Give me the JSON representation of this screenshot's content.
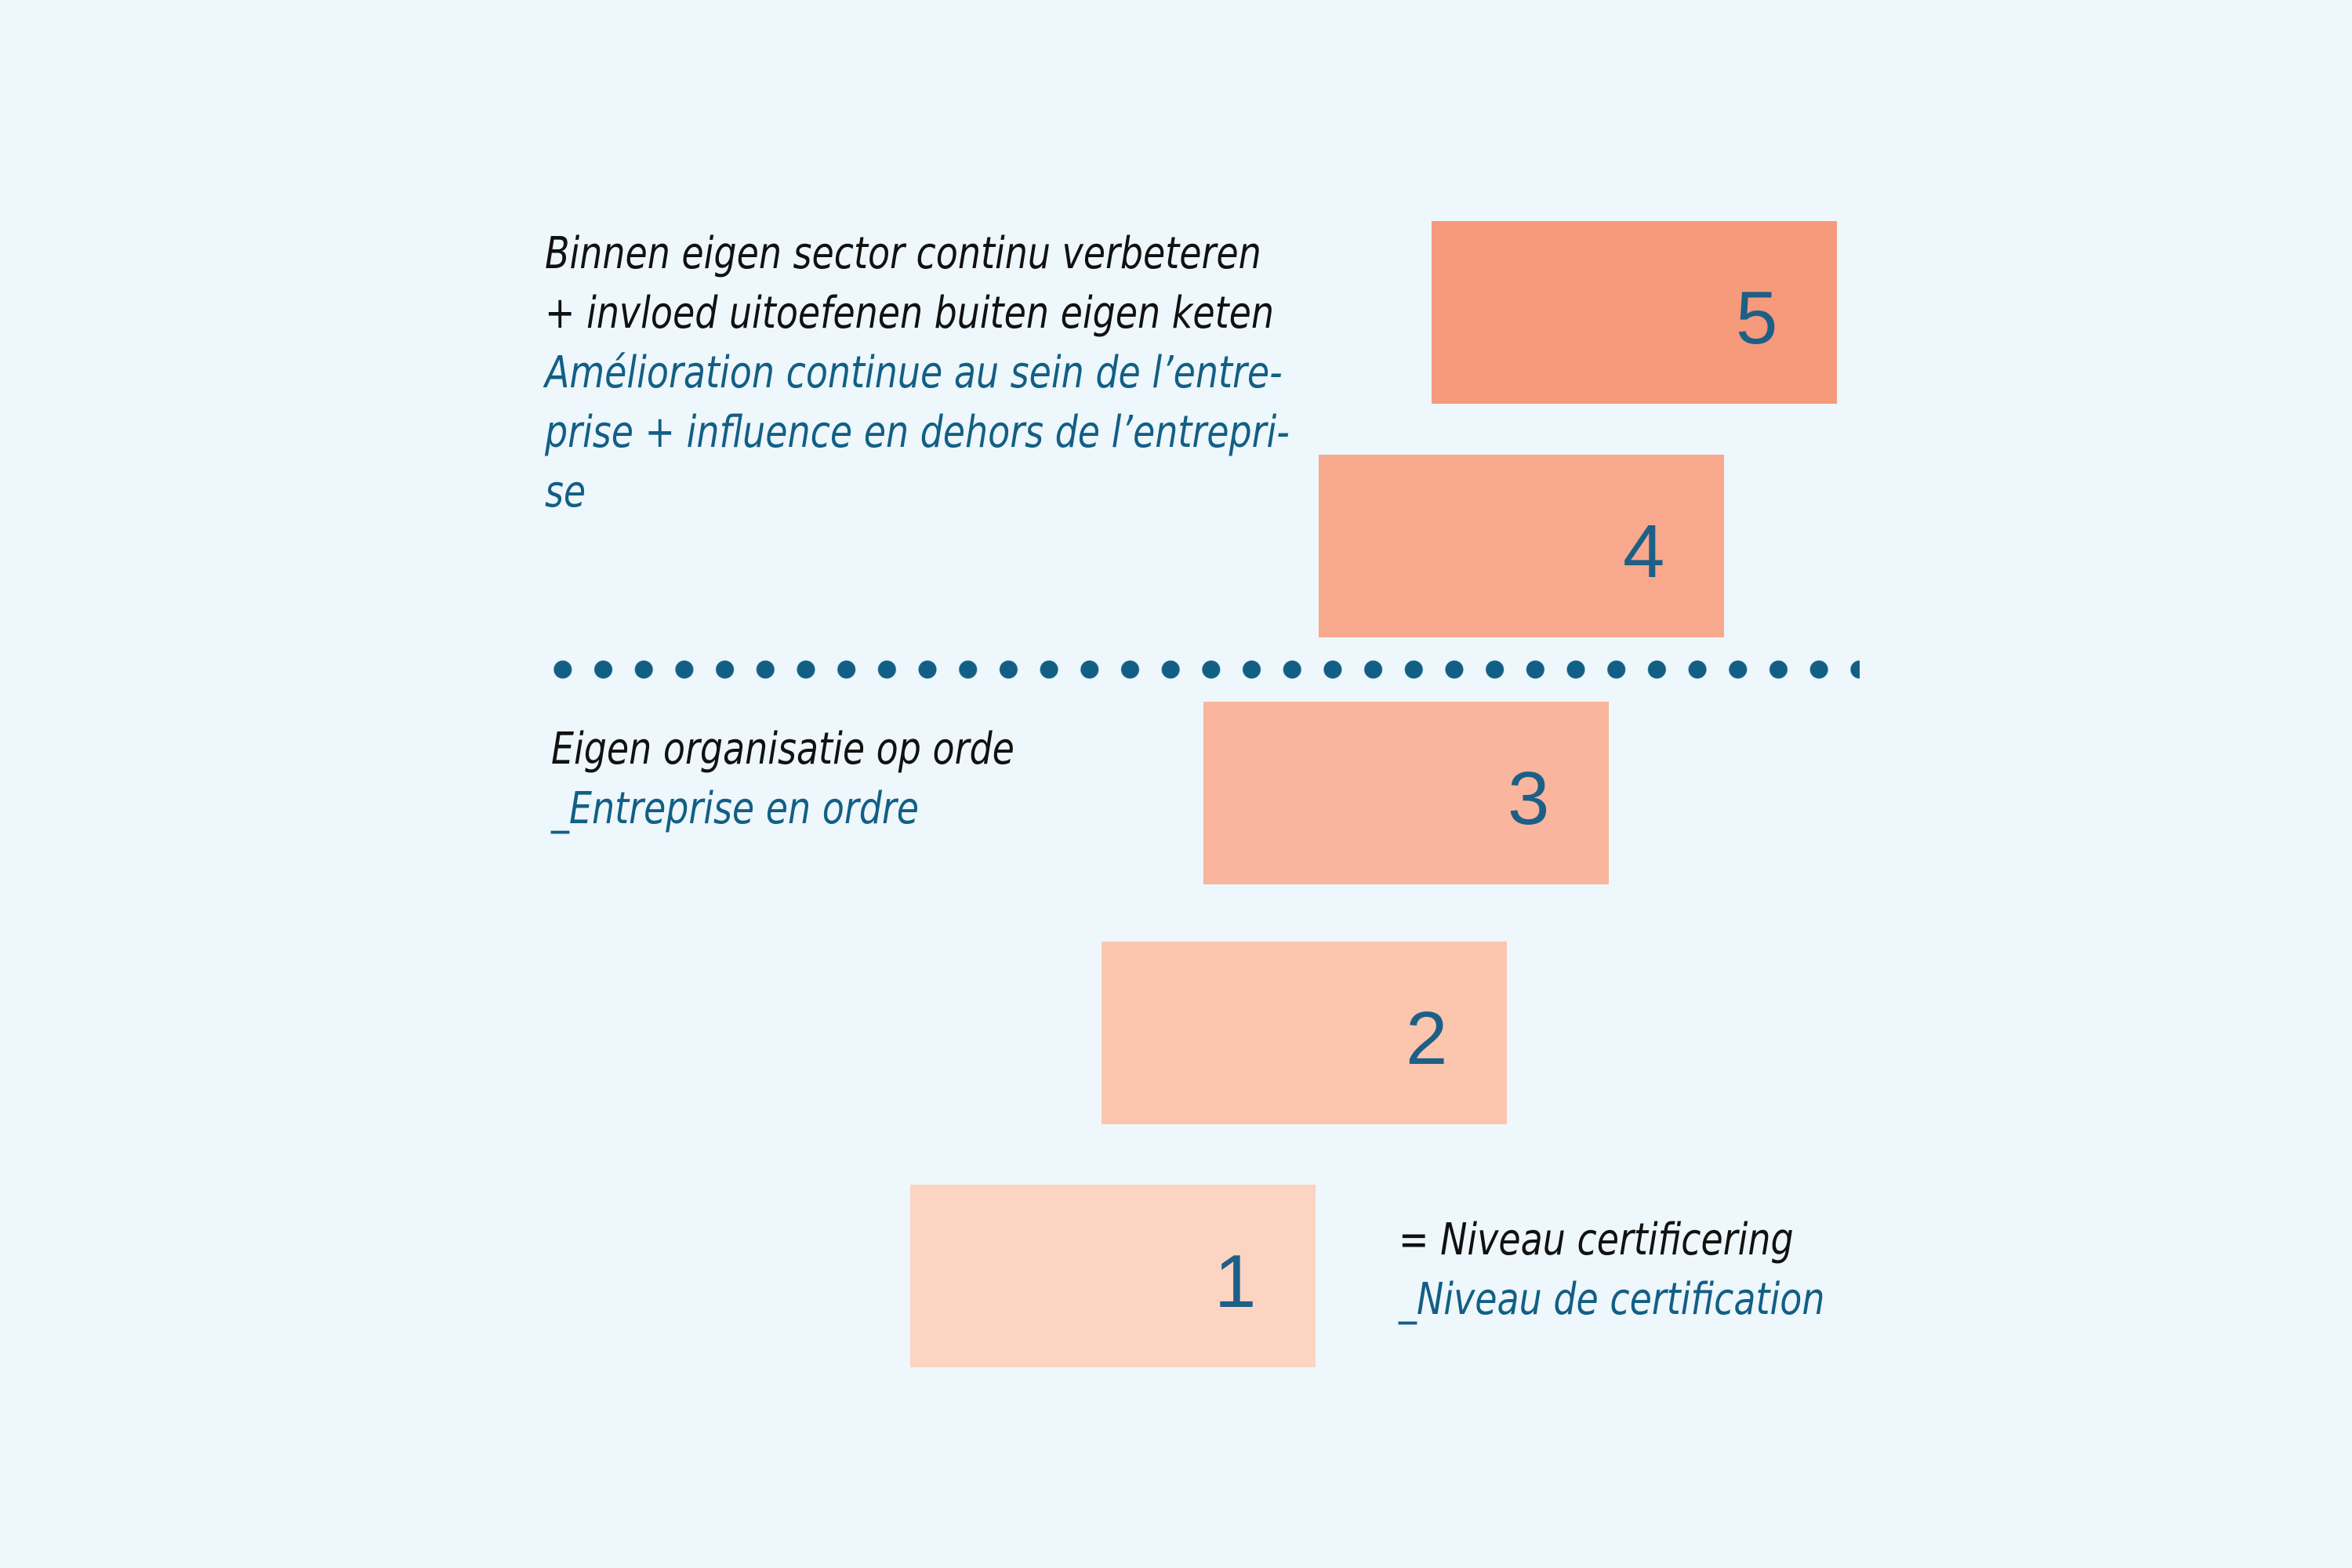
{
  "colors": {
    "background": "#eef7fb",
    "dots": "#125f86",
    "number_text": "#1d5f86",
    "dutch_text": "#111111",
    "french_text": "#125f86",
    "step_5": "#f59a7b",
    "step_4": "#f8a88d",
    "step_3": "#f9b59d",
    "step_2": "#fbc5ae",
    "step_1": "#fbd4c2"
  },
  "steps": [
    {
      "number": "5"
    },
    {
      "number": "4"
    },
    {
      "number": "3"
    },
    {
      "number": "2"
    },
    {
      "number": "1"
    }
  ],
  "labels": {
    "upper": {
      "nl_line1": "Binnen eigen sector continu verbeteren",
      "nl_line2": "+ invloed uitoefenen buiten eigen keten",
      "fr_line1": "Amélioration continue au sein de l’entre-",
      "fr_line2": "prise + influence en dehors de l’entrepri-",
      "fr_line3": "se"
    },
    "middle": {
      "nl": "Eigen organisatie op orde",
      "fr": "_Entreprise en ordre"
    },
    "legend": {
      "nl": "= Niveau certificering",
      "fr": "_Niveau de certification"
    }
  }
}
